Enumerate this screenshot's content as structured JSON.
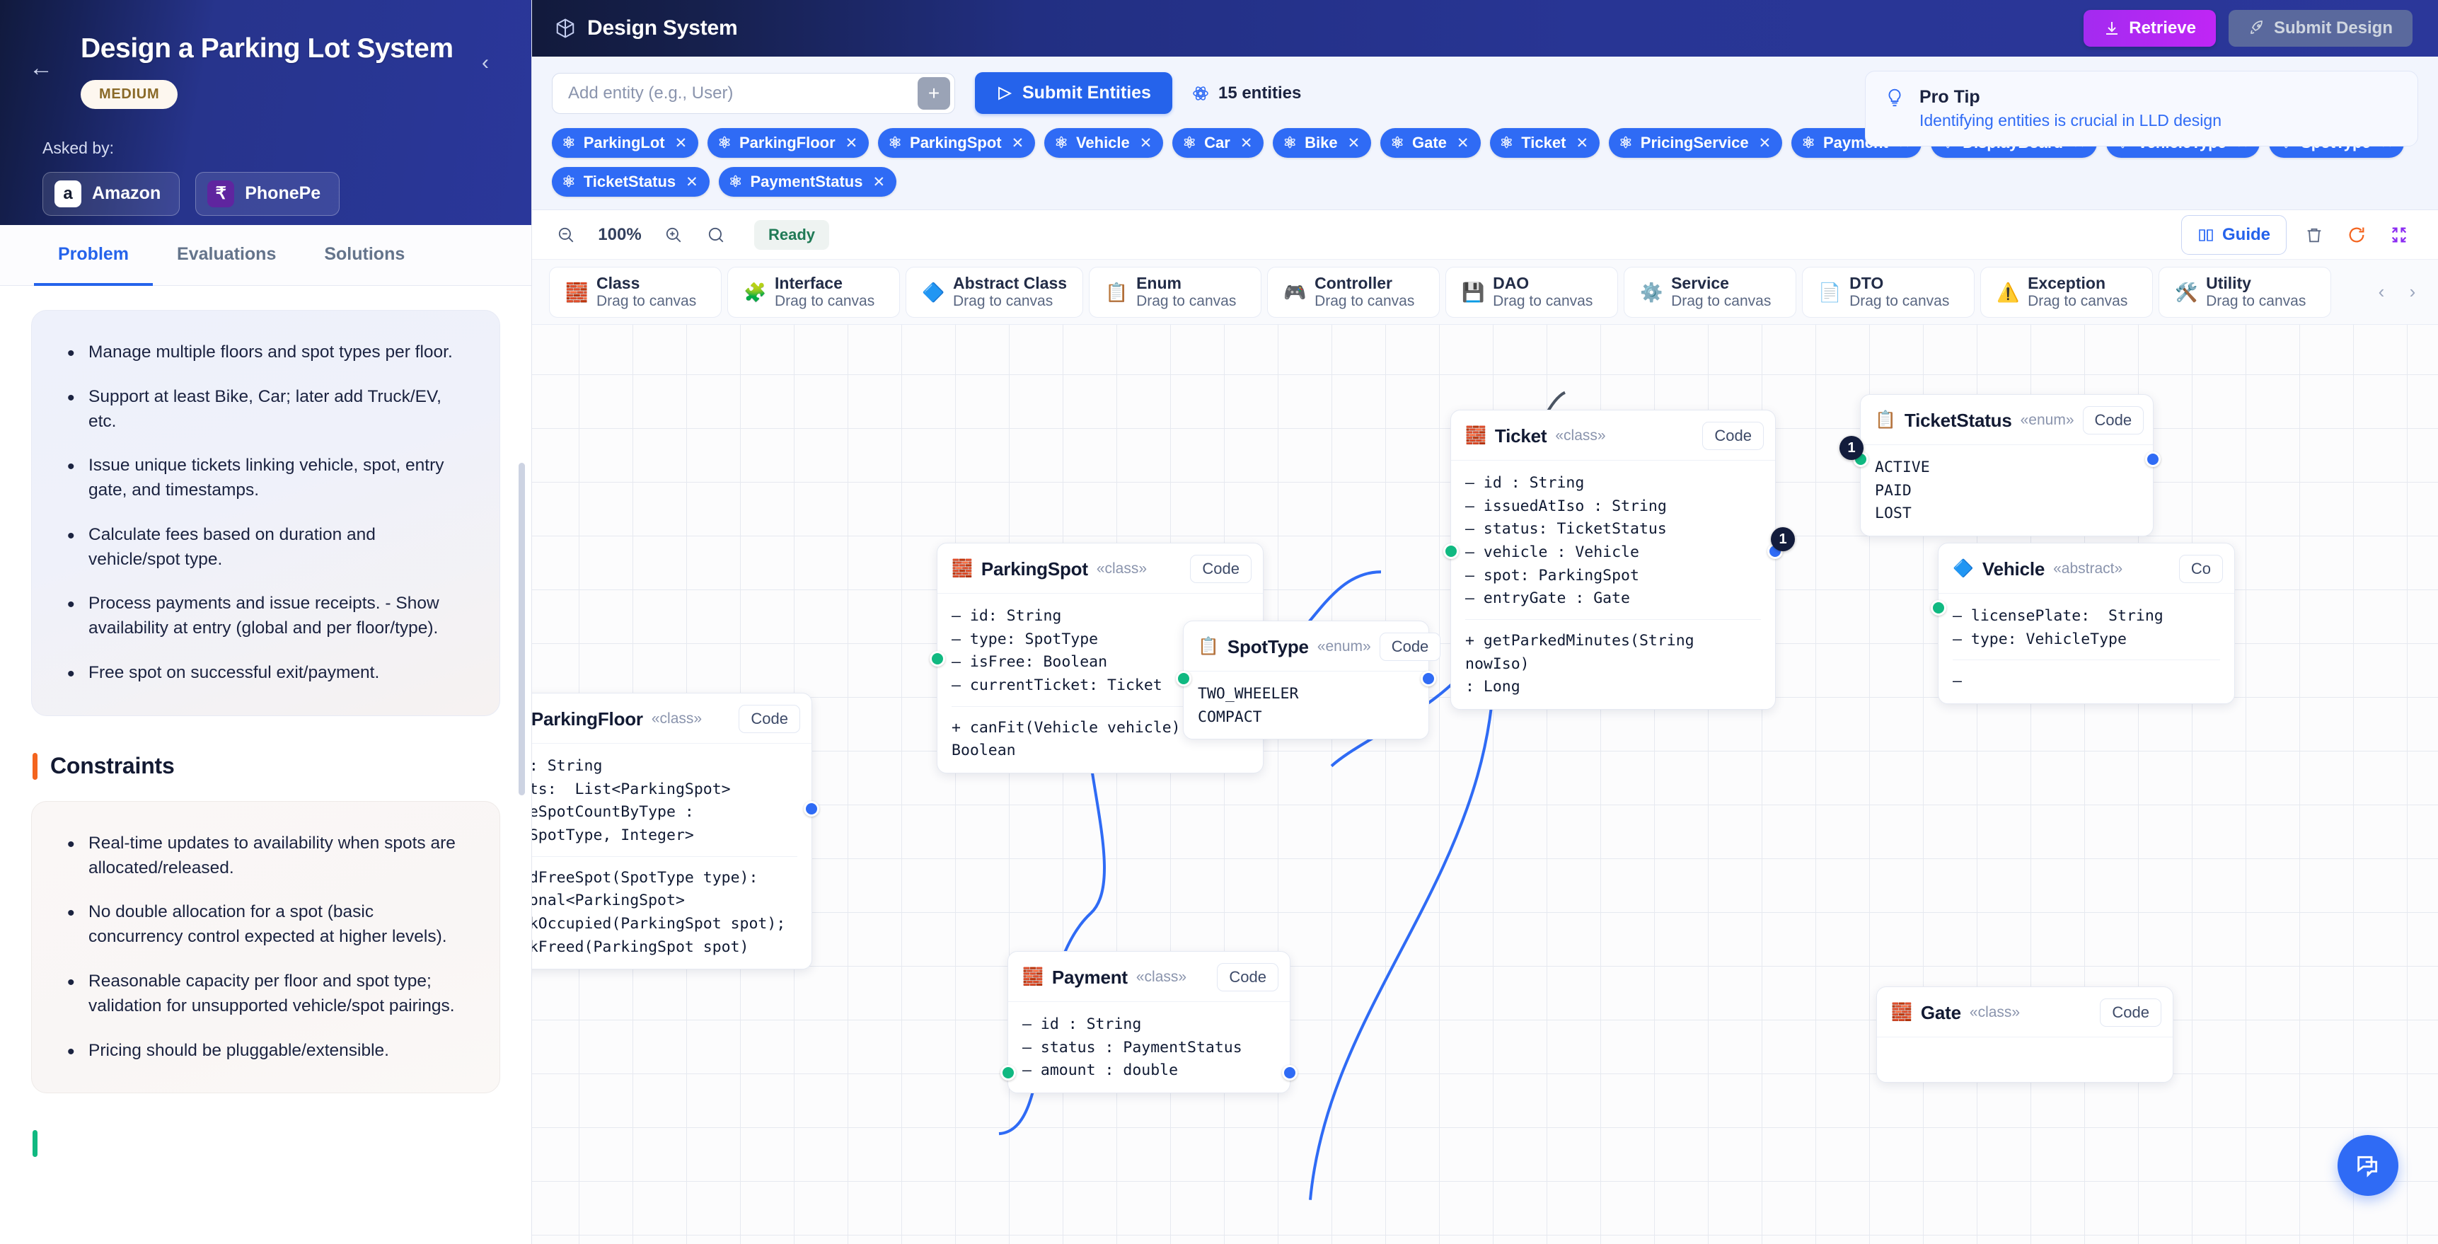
{
  "sidebar": {
    "back_icon": "arrow-left-icon",
    "collapse_icon": "chevron-left-icon",
    "title": "Design a Parking Lot System",
    "difficulty": "MEDIUM",
    "asked_by_label": "Asked by:",
    "companies": [
      {
        "name": "Amazon",
        "logo": "a"
      },
      {
        "name": "PhonePe",
        "logo": "₹"
      }
    ],
    "tabs": [
      {
        "label": "Problem",
        "active": true
      },
      {
        "label": "Evaluations",
        "active": false
      },
      {
        "label": "Solutions",
        "active": false
      }
    ],
    "requirements": [
      "Manage multiple floors and spot types per floor.",
      "Support at least Bike, Car; later add Truck/EV, etc.",
      "Issue unique tickets linking vehicle, spot, entry gate, and timestamps.",
      "Calculate fees based on duration and vehicle/spot type.",
      "Process payments and issue receipts.   - Show availability at entry (global and per floor/type).",
      "Free spot on successful exit/payment."
    ],
    "constraints_title": "Constraints",
    "constraints": [
      "Real-time updates to availability when spots are allocated/released.",
      "No double allocation for a spot (basic concurrency control expected at higher levels).",
      "Reasonable capacity per floor and spot type; validation for unsupported vehicle/spot pairings.",
      "Pricing should be pluggable/extensible."
    ]
  },
  "topbar": {
    "title": "Design System",
    "logo_icon": "cube-icon",
    "retrieve_label": "Retrieve",
    "retrieve_icon": "download-icon",
    "retrieve_color": "#b72bf2",
    "submit_design_label": "Submit Design",
    "submit_design_icon": "rocket-icon"
  },
  "entitybar": {
    "input_placeholder": "Add entity (e.g., User)",
    "input_value": "",
    "add_icon": "plus-icon",
    "submit_label": "Submit Entities",
    "submit_icon": "send-icon",
    "count_label": "15 entities",
    "count_icon": "atom-icon",
    "chips": [
      "ParkingLot",
      "ParkingFloor",
      "ParkingSpot",
      "Vehicle",
      "Car",
      "Bike",
      "Gate",
      "Ticket",
      "PricingService",
      "Payment",
      "DisplayBoard",
      "VehicleType",
      "SpotType",
      "TicketStatus",
      "PaymentStatus"
    ],
    "chip_close_glyph": "×",
    "chip_color": "#2f6bf5"
  },
  "protip": {
    "icon": "lightbulb-icon",
    "title": "Pro Tip",
    "body": "Identifying entities is crucial in LLD design"
  },
  "canvastoolbar": {
    "zoom_out_icon": "zoom-out-icon",
    "zoom_level": "100%",
    "zoom_in_icon": "zoom-in-icon",
    "search_icon": "search-icon",
    "status": "Ready",
    "guide_label": "Guide",
    "guide_icon": "book-icon",
    "delete_icon": "trash-icon",
    "reset_icon": "refresh-icon",
    "fit_icon": "collapse-icon"
  },
  "palette": {
    "drag_hint": "Drag to canvas",
    "items": [
      {
        "label": "Class",
        "icon": "🧱"
      },
      {
        "label": "Interface",
        "icon": "🧩"
      },
      {
        "label": "Abstract Class",
        "icon": "🔷"
      },
      {
        "label": "Enum",
        "icon": "📋"
      },
      {
        "label": "Controller",
        "icon": "🎮"
      },
      {
        "label": "DAO",
        "icon": "💾"
      },
      {
        "label": "Service",
        "icon": "⚙️"
      },
      {
        "label": "DTO",
        "icon": "📄"
      },
      {
        "label": "Exception",
        "icon": "⚠️"
      },
      {
        "label": "Utility",
        "icon": "🛠️"
      }
    ],
    "prev_icon": "chevron-left-icon",
    "next_icon": "chevron-right-icon"
  },
  "canvas": {
    "code_label": "Code",
    "nodes": {
      "ticket": {
        "name": "Ticket",
        "stereotype": "«class»",
        "icon": "🧱",
        "attributes": "– id : String\n– issuedAtIso : String\n– status: TicketStatus\n– vehicle : Vehicle\n– spot: ParkingSpot\n– entryGate : Gate",
        "methods": "+ getParkedMinutes(String nowIso)\n: Long"
      },
      "ticketstatus": {
        "name": "TicketStatus",
        "stereotype": "«enum»",
        "icon": "📋",
        "values": "ACTIVE\nPAID\nLOST"
      },
      "parkingspot": {
        "name": "ParkingSpot",
        "stereotype": "«class»",
        "icon": "🧱",
        "attributes": "– id: String\n– type: SpotType\n– isFree: Boolean\n– currentTicket: Ticket",
        "methods": "+ canFit(Vehicle vehicle):\nBoolean"
      },
      "parkingfloor": {
        "name": "ParkingFloor",
        "stereotype": "«class»",
        "icon": "🧱",
        "attributes": "id : String\nspots:  List<ParkingSpot>\nfreeSpotCountByType :\nap<SpotType, Integer>",
        "methods": "findFreeSpot(SpotType type):\nptional<ParkingSpot>\nmarkOccupied(ParkingSpot spot);\nmarkFreed(ParkingSpot spot)"
      },
      "spottype": {
        "name": "SpotType",
        "stereotype": "«enum»",
        "icon": "📋",
        "values": "TWO_WHEELER\nCOMPACT"
      },
      "vehicle": {
        "name": "Vehicle",
        "stereotype": "«abstract»",
        "icon": "🔷",
        "code_label_clipped": "Co",
        "attributes": "– licensePlate:  String\n– type: VehicleType",
        "methods": "–"
      },
      "payment": {
        "name": "Payment",
        "stereotype": "«class»",
        "icon": "🧱",
        "attributes": "– id : String\n– status : PaymentStatus\n– amount : double"
      },
      "gate": {
        "name": "Gate",
        "stereotype": "«class»",
        "icon": "🧱"
      }
    },
    "edge_badges": [
      "1",
      "1"
    ],
    "chat_fab_icon": "chat-icon"
  }
}
